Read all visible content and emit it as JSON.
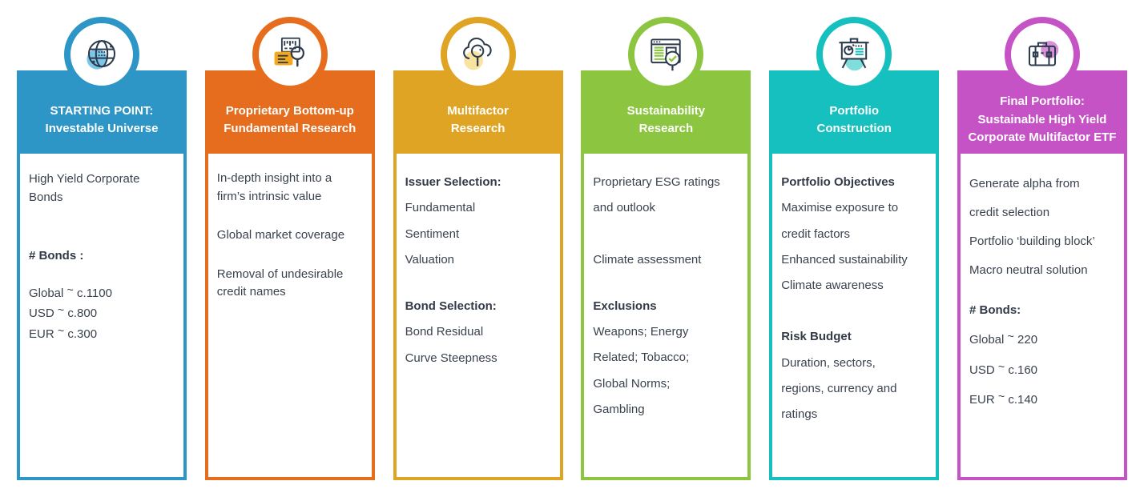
{
  "page": {
    "background": "#FFFFFF",
    "text_color": "#39424E"
  },
  "cards": [
    {
      "name": "starting-point",
      "accent": "#2D96C6",
      "accent_light": "#7CC6E8",
      "icon": "globe-icon",
      "title": "STARTING POINT:\nInvestable Universe",
      "intro": "High Yield Corporate\nBonds",
      "bonds_heading": "# Bonds :",
      "stats": [
        {
          "pre": "Global ",
          "sup": "~",
          "post": " c.1100"
        },
        {
          "pre": "USD ",
          "sup": "~",
          "post": " c.800"
        },
        {
          "pre": "EUR ",
          "sup": "~",
          "post": " c.300"
        }
      ]
    },
    {
      "name": "bottom-up-fundamental-research",
      "accent": "#E56D1D",
      "accent_light": "#F5A81C",
      "icon": "report-magnifier-icon",
      "title": "Proprietary Bottom-up\nFundamental Research",
      "points": [
        "In-depth insight into a\nfirm’s intrinsic value",
        "Global market coverage",
        "Removal of undesirable\ncredit names"
      ]
    },
    {
      "name": "multifactor-research",
      "accent": "#E0A424",
      "accent_light": "#F8E3A1",
      "icon": "cloud-magnifier-icon",
      "title": "Multifactor\nResearch",
      "issuer_heading": "Issuer Selection:",
      "issuer_items": [
        "Fundamental",
        "Sentiment",
        "Valuation"
      ],
      "bond_heading": "Bond Selection:",
      "bond_items": [
        "Bond Residual",
        "Curve Steepness"
      ]
    },
    {
      "name": "sustainability-research",
      "accent": "#8CC540",
      "accent_light": "#C8E6A0",
      "icon": "screen-check-icon",
      "title": "Sustainability\nResearch",
      "points": [
        "Proprietary ESG ratings\nand outlook",
        "Climate assessment"
      ],
      "exclusions_heading": "Exclusions",
      "exclusions": "Weapons; Energy\nRelated; Tobacco;\nGlobal Norms;\nGambling"
    },
    {
      "name": "portfolio-construction",
      "accent": "#16C0BE",
      "accent_light": "#7FDEDC",
      "icon": "presentation-chart-icon",
      "title": "Portfolio\nConstruction",
      "objectives_heading": "Portfolio Objectives",
      "objectives": [
        "Maximise exposure to\ncredit factors",
        "Enhanced sustainability",
        "Climate awareness"
      ],
      "risk_heading": "Risk Budget",
      "risk_text": "Duration, sectors,\nregions, currency and\nratings"
    },
    {
      "name": "final-portfolio",
      "accent": "#C653C6",
      "accent_light": "#D98FD9",
      "icon": "briefcase-icon",
      "title": "Final Portfolio:\nSustainable High Yield\nCorporate Multifactor ETF",
      "points": [
        "Generate alpha from\ncredit selection",
        "Portfolio ‘building block’",
        "Macro neutral solution"
      ],
      "bonds_heading": "# Bonds:",
      "stats": [
        {
          "pre": "Global ",
          "sup": "~",
          "post": " 220"
        },
        {
          "pre": "USD ",
          "sup": "~",
          "post": " c.160"
        },
        {
          "pre": "EUR ",
          "sup": "~",
          "post": " c.140"
        }
      ]
    }
  ]
}
